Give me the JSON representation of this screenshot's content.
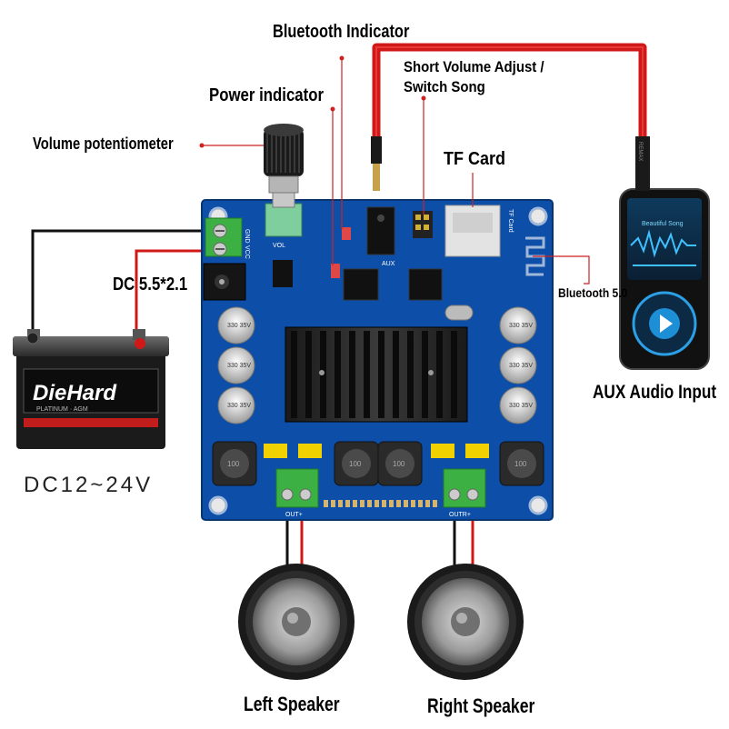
{
  "labels": {
    "bluetooth_indicator": "Bluetooth Indicator",
    "short_volume_adjust": "Short Volume Adjust /",
    "switch_song": "Switch Song",
    "power_indicator": "Power indicator",
    "volume_potentiometer": "Volume potentiometer",
    "tf_card": "TF Card",
    "dc_jack": "DC 5.5*2.1",
    "bluetooth_version": "Bluetooth 5.0",
    "aux_audio_input": "AUX Audio Input",
    "supply_voltage": "DC12~24V",
    "left_speaker": "Left Speaker",
    "right_speaker": "Right Speaker"
  },
  "battery": {
    "brand": "DieHard",
    "model_text": "PLATINUM · AGM"
  },
  "board": {
    "silk_gnd": "GND",
    "silk_vcc": "VCC",
    "silk_vol": "VOL",
    "silk_aux": "AUX",
    "silk_tf": "TF Card",
    "silk_out_left": "OUT+",
    "silk_out_right": "OUTR+",
    "capacitor_text": "330 35V VT",
    "inductor_text": "100"
  },
  "phone": {
    "song_title": "Beautiful Song",
    "cable_brand": "REMAX"
  },
  "colors": {
    "pcb_blue": "#0d4fa8",
    "wire_red": "#d01818",
    "wire_black": "#111111",
    "terminal_green": "#3cb043",
    "leader_red": "#cc2222"
  }
}
